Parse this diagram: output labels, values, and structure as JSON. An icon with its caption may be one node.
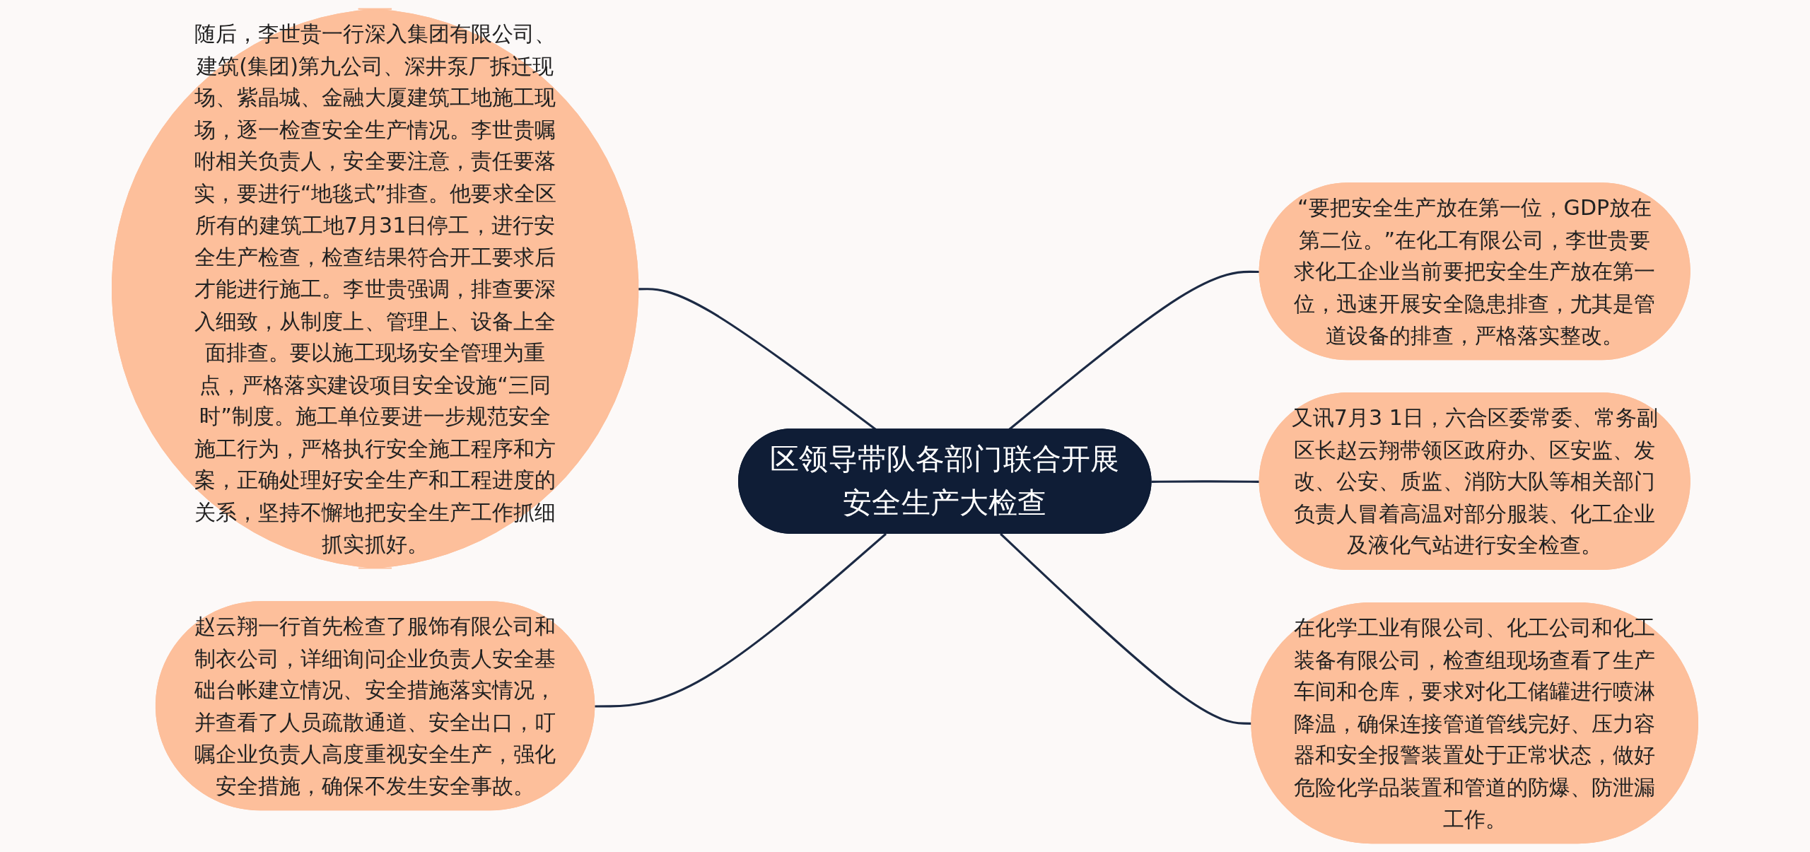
{
  "diagram": {
    "nodes": [
      {
        "text": [
          "区领导带队各部门联合开展安全生产大检查"
        ]
      },
      {
        "text": [
          "随后，李世贵一行深入集团有限公司、建筑(集团)第九公司、深井泵厂拆迁现场、紫晶城、金融大厦建筑工地施工现场，逐一检查安全生产情况。李世贵嘱咐相关负责人，安全要注意，责任要落实，要进行“地毯式”排查。他要求全区所有的建筑工地7月31日停工，进行安全生产检查，检查结果符合开工要求后才能进行施工。李世贵强调，排查要深入细致，从制度上、管理上、设备上全面排查。要以施工现场安全管理为重点，严格落实建设项目安全设施“三同时”制度。施工单位要进一步规范安全施工行为，严格执行安全施工程序和方案，正确处理好安全生产和工程进度的关系，坚持不懈地把安全生产工作抓细抓实抓好。"
        ]
      },
      {
        "text": [
          "赵云翔一行首先检查了服饰有限公司和制衣公司，详细询问企业负责人安全基础台帐建立情况、安全措施落实情况，并查看了人员疏散通道、安全出口，叮嘱企业负责人高度重视安全生产，强化安全措施，确保不发生安全事故。"
        ]
      },
      {
        "text": [
          "“要把安全生产放在第一位，GDP放在第二位。”在化工有限公司，李世贵要求化工企业当前要把安全生产放在第一位，迅速开展安全隐患排查，尤其是管道设备的排查，严格落实整改。"
        ]
      },
      {
        "text": [
          "又讯7月3 1日，六合区委常委、常务副区长赵云翔带领区政府办、区安监、发改、公安、质监、消防大队等相关部门负责人冒着高温对部分服装、化工企业及液化气站进行安全检查。"
        ]
      },
      {
        "text": [
          "在化学工业有限公司、化工公司和化工装备有限公司，检查组现场查看了生产车间和仓库，要求对化工储罐进行喷淋降温，确保连接管道管线完好、压力容器和安全报警装置处于正常状态，做好危险化学品装置和管道的防爆、防泄漏工作。"
        ]
      }
    ],
    "edges": [
      {
        "from": 1,
        "to": 0,
        "arrow": "none"
      },
      {
        "from": 2,
        "to": 0,
        "arrow": "none"
      },
      {
        "from": 0,
        "to": 3,
        "arrow": "none"
      },
      {
        "from": 0,
        "to": 4,
        "arrow": "none"
      },
      {
        "from": 0,
        "to": 5,
        "arrow": "none"
      }
    ]
  }
}
